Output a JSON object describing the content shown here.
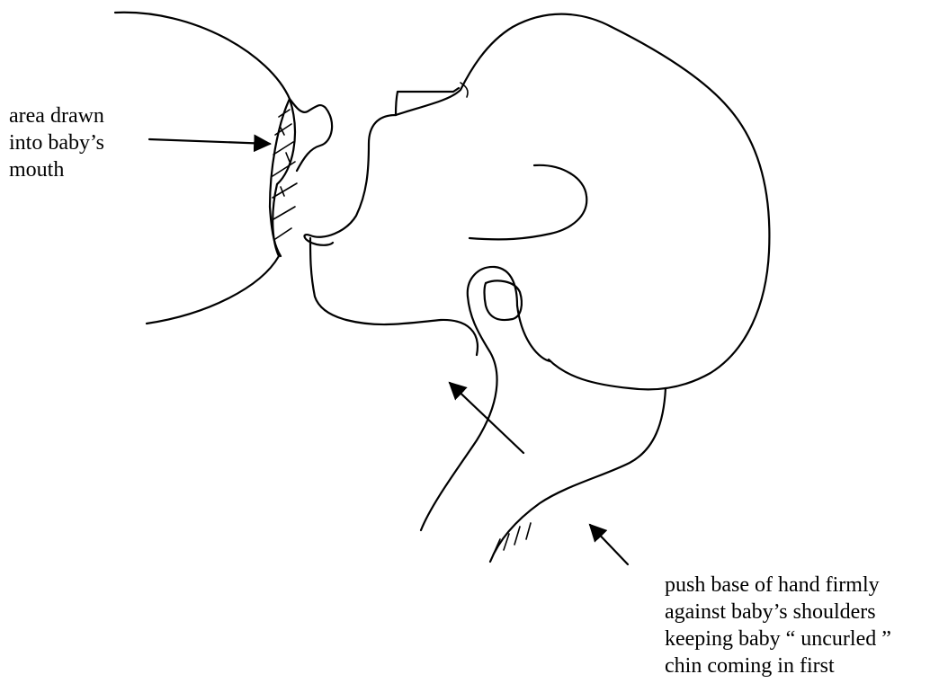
{
  "labels": {
    "area_drawn": [
      "area drawn",
      "into baby’s",
      "mouth"
    ],
    "push_base": [
      "push base of hand firmly",
      "against baby’s shoulders",
      "keeping baby “ uncurled ”",
      "chin coming in first"
    ]
  },
  "colors": {
    "ink": "#000000",
    "background": "#ffffff"
  }
}
